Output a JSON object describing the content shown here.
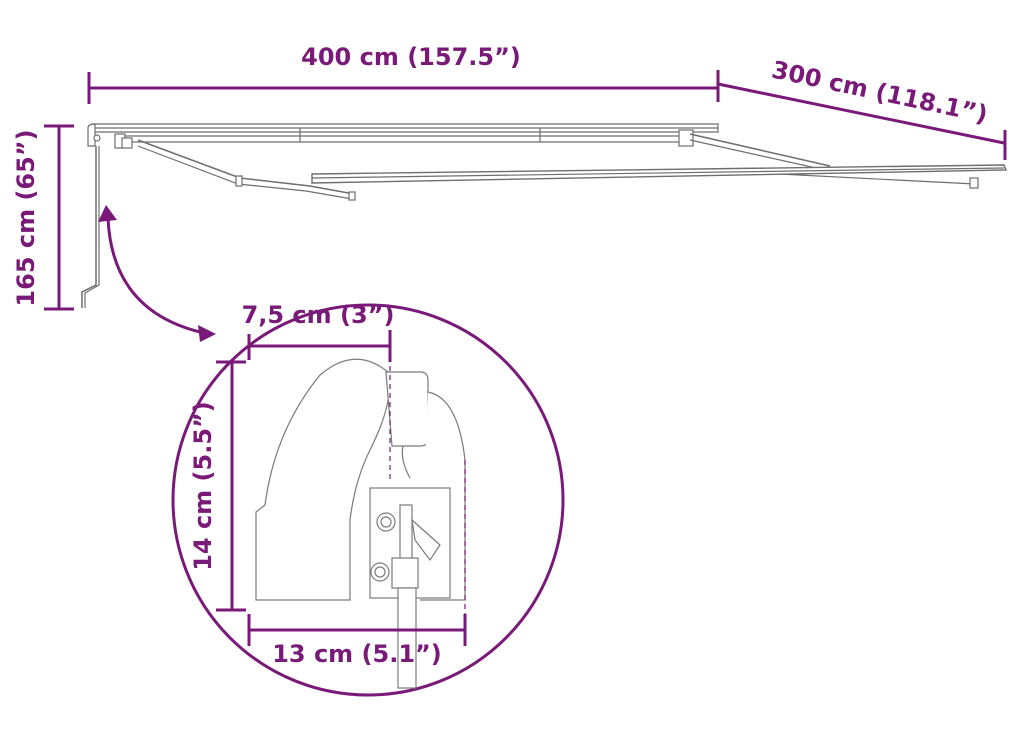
{
  "colors": {
    "dimension": "#7a1a78",
    "line_art": "#6e6e6e",
    "background": "#ffffff"
  },
  "dimensions": {
    "width": "400 cm (157.5”)",
    "depth": "300 cm (118.1”)",
    "height": "165 cm (65”)"
  },
  "detail": {
    "profile_width": "7,5 cm (3”)",
    "profile_height": "14 cm (5.5”)",
    "bracket_width": "13 cm (5.1”)"
  },
  "icons": {
    "callout_arrow": "curved-double-arrow-icon"
  }
}
